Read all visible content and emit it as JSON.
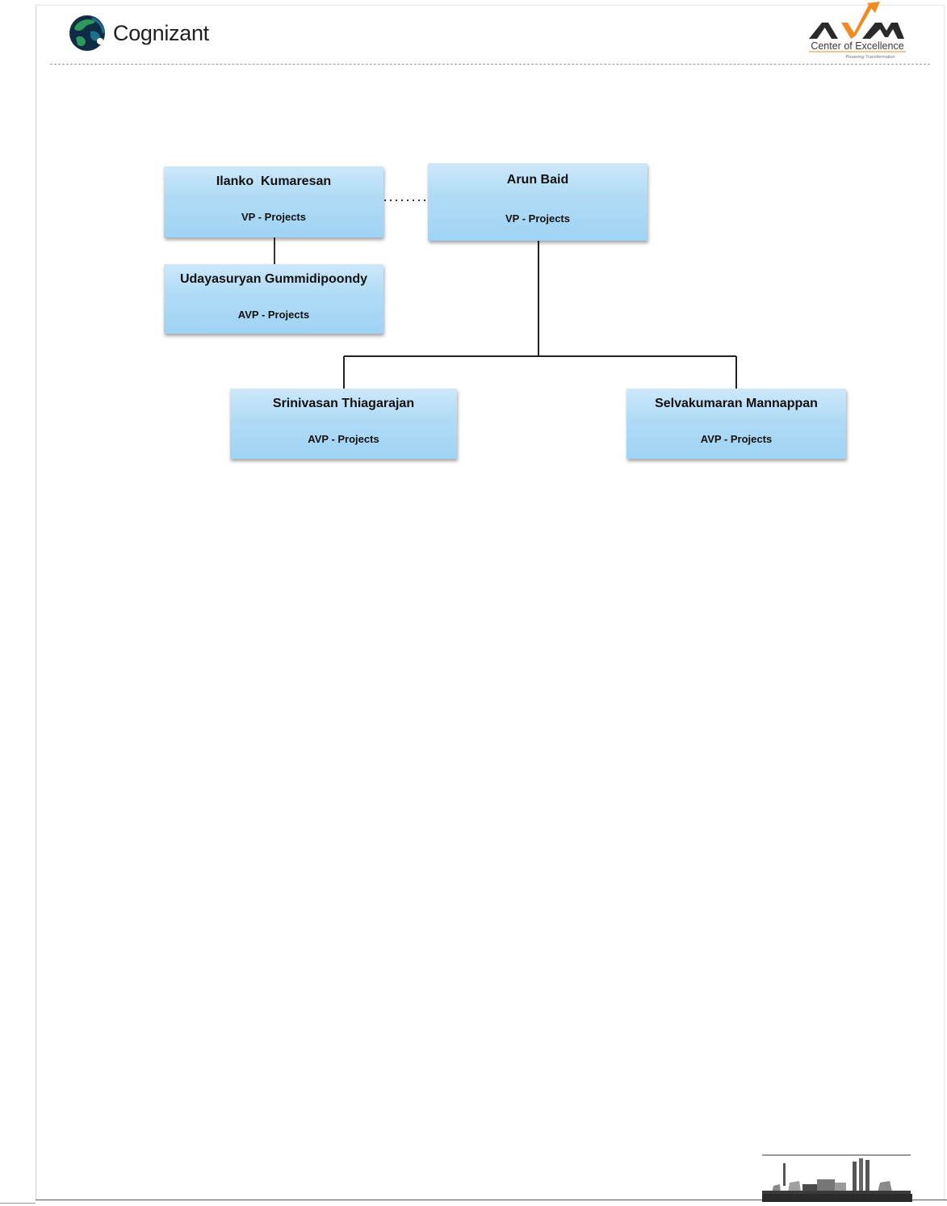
{
  "header": {
    "company_name": "Cognizant",
    "partner_logo": {
      "wordmark": "AVM",
      "tagline": "Center of Excellence",
      "subtagline": "Powering Transformation",
      "accent_color": "#f08a24",
      "text_color": "#2a2a2a"
    },
    "brand_globe_colors": [
      "#1d6f8e",
      "#2d9a5a",
      "#0e2d45"
    ]
  },
  "org_chart": {
    "box_gradient": [
      "#cde8f9",
      "#9fd3f4"
    ],
    "nodes": [
      {
        "id": "ilanko",
        "name": "Ilanko  Kumaresan",
        "role": "VP - Projects"
      },
      {
        "id": "arun",
        "name": "Arun Baid",
        "role": "VP - Projects"
      },
      {
        "id": "udaya",
        "name": "Udayasuryan Gummidipoondy",
        "role": "AVP - Projects"
      },
      {
        "id": "srini",
        "name": "Srinivasan Thiagarajan",
        "role": "AVP - Projects"
      },
      {
        "id": "selva",
        "name": "Selvakumaran Mannappan",
        "role": "AVP - Projects"
      }
    ],
    "edges": [
      {
        "from": "ilanko",
        "to": "arun",
        "style": "dotted"
      },
      {
        "from": "ilanko",
        "to": "udaya",
        "style": "solid"
      },
      {
        "from": "arun",
        "to": "srini",
        "style": "solid"
      },
      {
        "from": "arun",
        "to": "selva",
        "style": "solid"
      }
    ]
  }
}
